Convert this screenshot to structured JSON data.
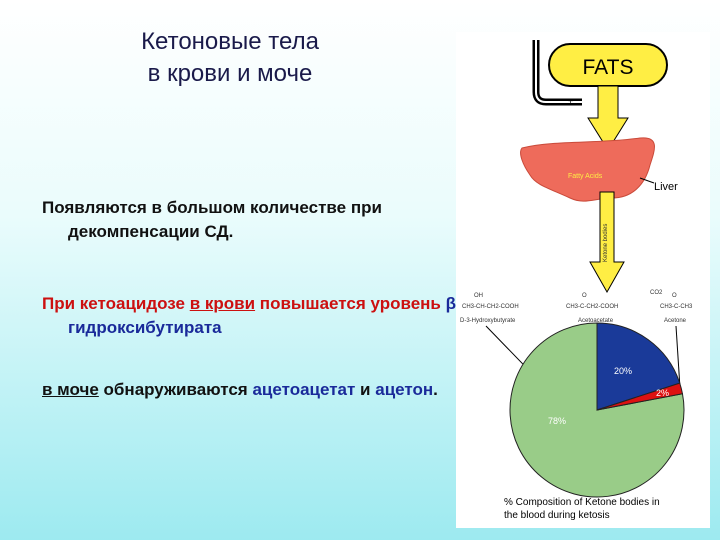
{
  "title": {
    "line1": "Кетоновые тела",
    "line2": "в крови и моче"
  },
  "paragraph1": {
    "text": "Появляются в большом количестве при декомпенсации СД."
  },
  "paragraph2": {
    "part1": "При кетоацидозе ",
    "part2": "в крови",
    "part3": " повышается уровень ",
    "beta": "β",
    "part4": "-гидроксибутирата"
  },
  "paragraph3": {
    "part1": "в моче",
    "part2": " обнаруживаются ",
    "part3": "ацетоацетат",
    "part4": " и ",
    "part5": "ацетон",
    "part6": "."
  },
  "figure": {
    "fats_label": "FATS",
    "plus_sign": "+",
    "liver_label": "Liver",
    "fatty_acids_label": "Fatty Acids",
    "arrow_label": "Ketone bodies",
    "bhb_formula_top": "OH",
    "bhb_formula": "CH3-CH-CH2-COOH",
    "bhb_name": "D-3-Hydroxybutyrate",
    "acetoacetate_formula_top": "O",
    "acetoacetate_formula": "CH3-C-CH2-COOH",
    "acetoacetate_name": "Acetoacetate",
    "acetone_co2": "CO2",
    "acetone_formula_top": "O",
    "acetone_formula": "CH3-C-CH3",
    "acetone_name": "Acetone",
    "caption_line1": "% Composition of Ketone bodies in",
    "caption_line2": "the blood during ketosis",
    "colors": {
      "bhb": "#99cc88",
      "acetoacetate": "#1a3a99",
      "acetone": "#dd1111",
      "fats": "#ffee44",
      "liver": "#ee6b5b"
    }
  },
  "chart_data": {
    "type": "pie",
    "categories": [
      "D-3-Hydroxybutyrate",
      "Acetoacetate",
      "Acetone"
    ],
    "values": [
      78,
      20,
      2
    ],
    "labels": [
      "78%",
      "20%",
      "2%"
    ],
    "title": "% Composition of Ketone bodies in the blood during ketosis"
  }
}
